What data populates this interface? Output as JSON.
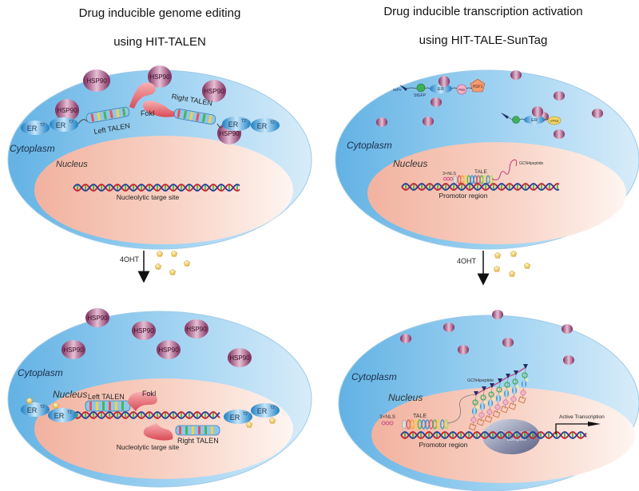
{
  "left_panel": {
    "title_line1": "Drug inducible genome editing",
    "title_line2": "using HIT-TALEN",
    "before": {
      "cytoplasm_label": "Cytoplasm",
      "nucleus_label": "Nucleus",
      "hsp90_label": "HSP90",
      "left_talen_label": "Left TALEN",
      "right_talen_label": "Right TALEN",
      "foki_label": "FokI",
      "er_label": "ER",
      "er_superscript": "T2",
      "dna_label": "Nucleolytic targe site"
    },
    "treatment_label": "4OHT",
    "after": {
      "cytoplasm_label": "Cytoplasm",
      "nucleus_label": "Nucleus",
      "hsp90_label": "HSP90",
      "left_talen_label": "Left TALEN",
      "right_talen_label": "Right TALEN",
      "foki_label": "FokI",
      "er_label": "ER",
      "er_superscript": "T2",
      "dna_label": "Nucleolytic targe site"
    }
  },
  "right_panel": {
    "title_line1": "Drug inducible transcription activation",
    "title_line2": "using HIT-TALE-SunTag",
    "before": {
      "cytoplasm_label": "Cytoplasm",
      "nucleus_label": "Nucleus",
      "scfv_label": "scFv",
      "sfgfp_label": "SfGFP",
      "er_label": "ER",
      "p65_label": "P65",
      "hsf1_label": "HSF1",
      "vp64_label": "VP64",
      "nls_label": "3×NLS",
      "tale_label": "TALE",
      "gcn4_label": "GCN4peptide",
      "dna_label": "Promotor region"
    },
    "treatment_label": "4OHT",
    "after": {
      "cytoplasm_label": "Cytoplasm",
      "nucleus_label": "Nucleus",
      "nls_label": "3×NLS",
      "tale_label": "TALE",
      "gcn4_label": "GCN4peptide",
      "complex_line1": "Transcription",
      "complex_line2": "complex",
      "active_label": "Active Transcription",
      "dna_label": "Promotor region"
    }
  },
  "colors": {
    "cell_dark": "#6fb8e6",
    "cell_light": "#d4eaf8",
    "nucleus_dark": "#f3b7a4",
    "nucleus_light": "#fdf1ec",
    "hsp90": "#a44a7e",
    "er": "#2f95d3",
    "foki": "#e0575f",
    "drug": "#f1c95a",
    "dna_red": "#c8202e",
    "dna_blue": "#253f96",
    "dna_green": "#3aa64a"
  }
}
